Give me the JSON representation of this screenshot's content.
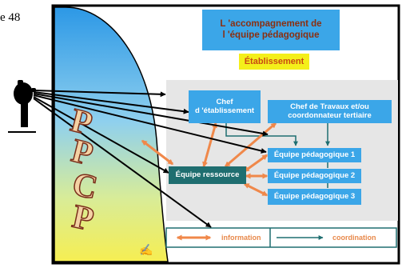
{
  "page_number_fragment": "e 48",
  "diagram": {
    "title_lines": [
      "L 'accompagnement de",
      "l 'équipe pédagogique"
    ],
    "establishment_label": "Établissement",
    "nodes": {
      "chef": [
        "Chef",
        "d 'établissement"
      ],
      "travaux": [
        "Chef de Travaux et/ou",
        "coordonnateur  tertiaire"
      ],
      "team1": "Équipe pédagogique 1",
      "team2": "Équipe pédagogique 2",
      "team3": "Équipe pédagogique 3",
      "ressource": "Équipe ressource"
    },
    "ppcp_letters": [
      "P",
      "P",
      "C",
      "P"
    ],
    "legend": {
      "information": "information",
      "coordination": "coordination"
    },
    "colors": {
      "blue": "#3ba6e8",
      "teal": "#1f6e70",
      "orange": "#f0884a",
      "yellow": "#f4ef1a",
      "title_text": "#8b2f10",
      "panel": "#e6e6e6"
    },
    "icons": [
      "hand-pointer-icon",
      "figure-icon"
    ]
  }
}
